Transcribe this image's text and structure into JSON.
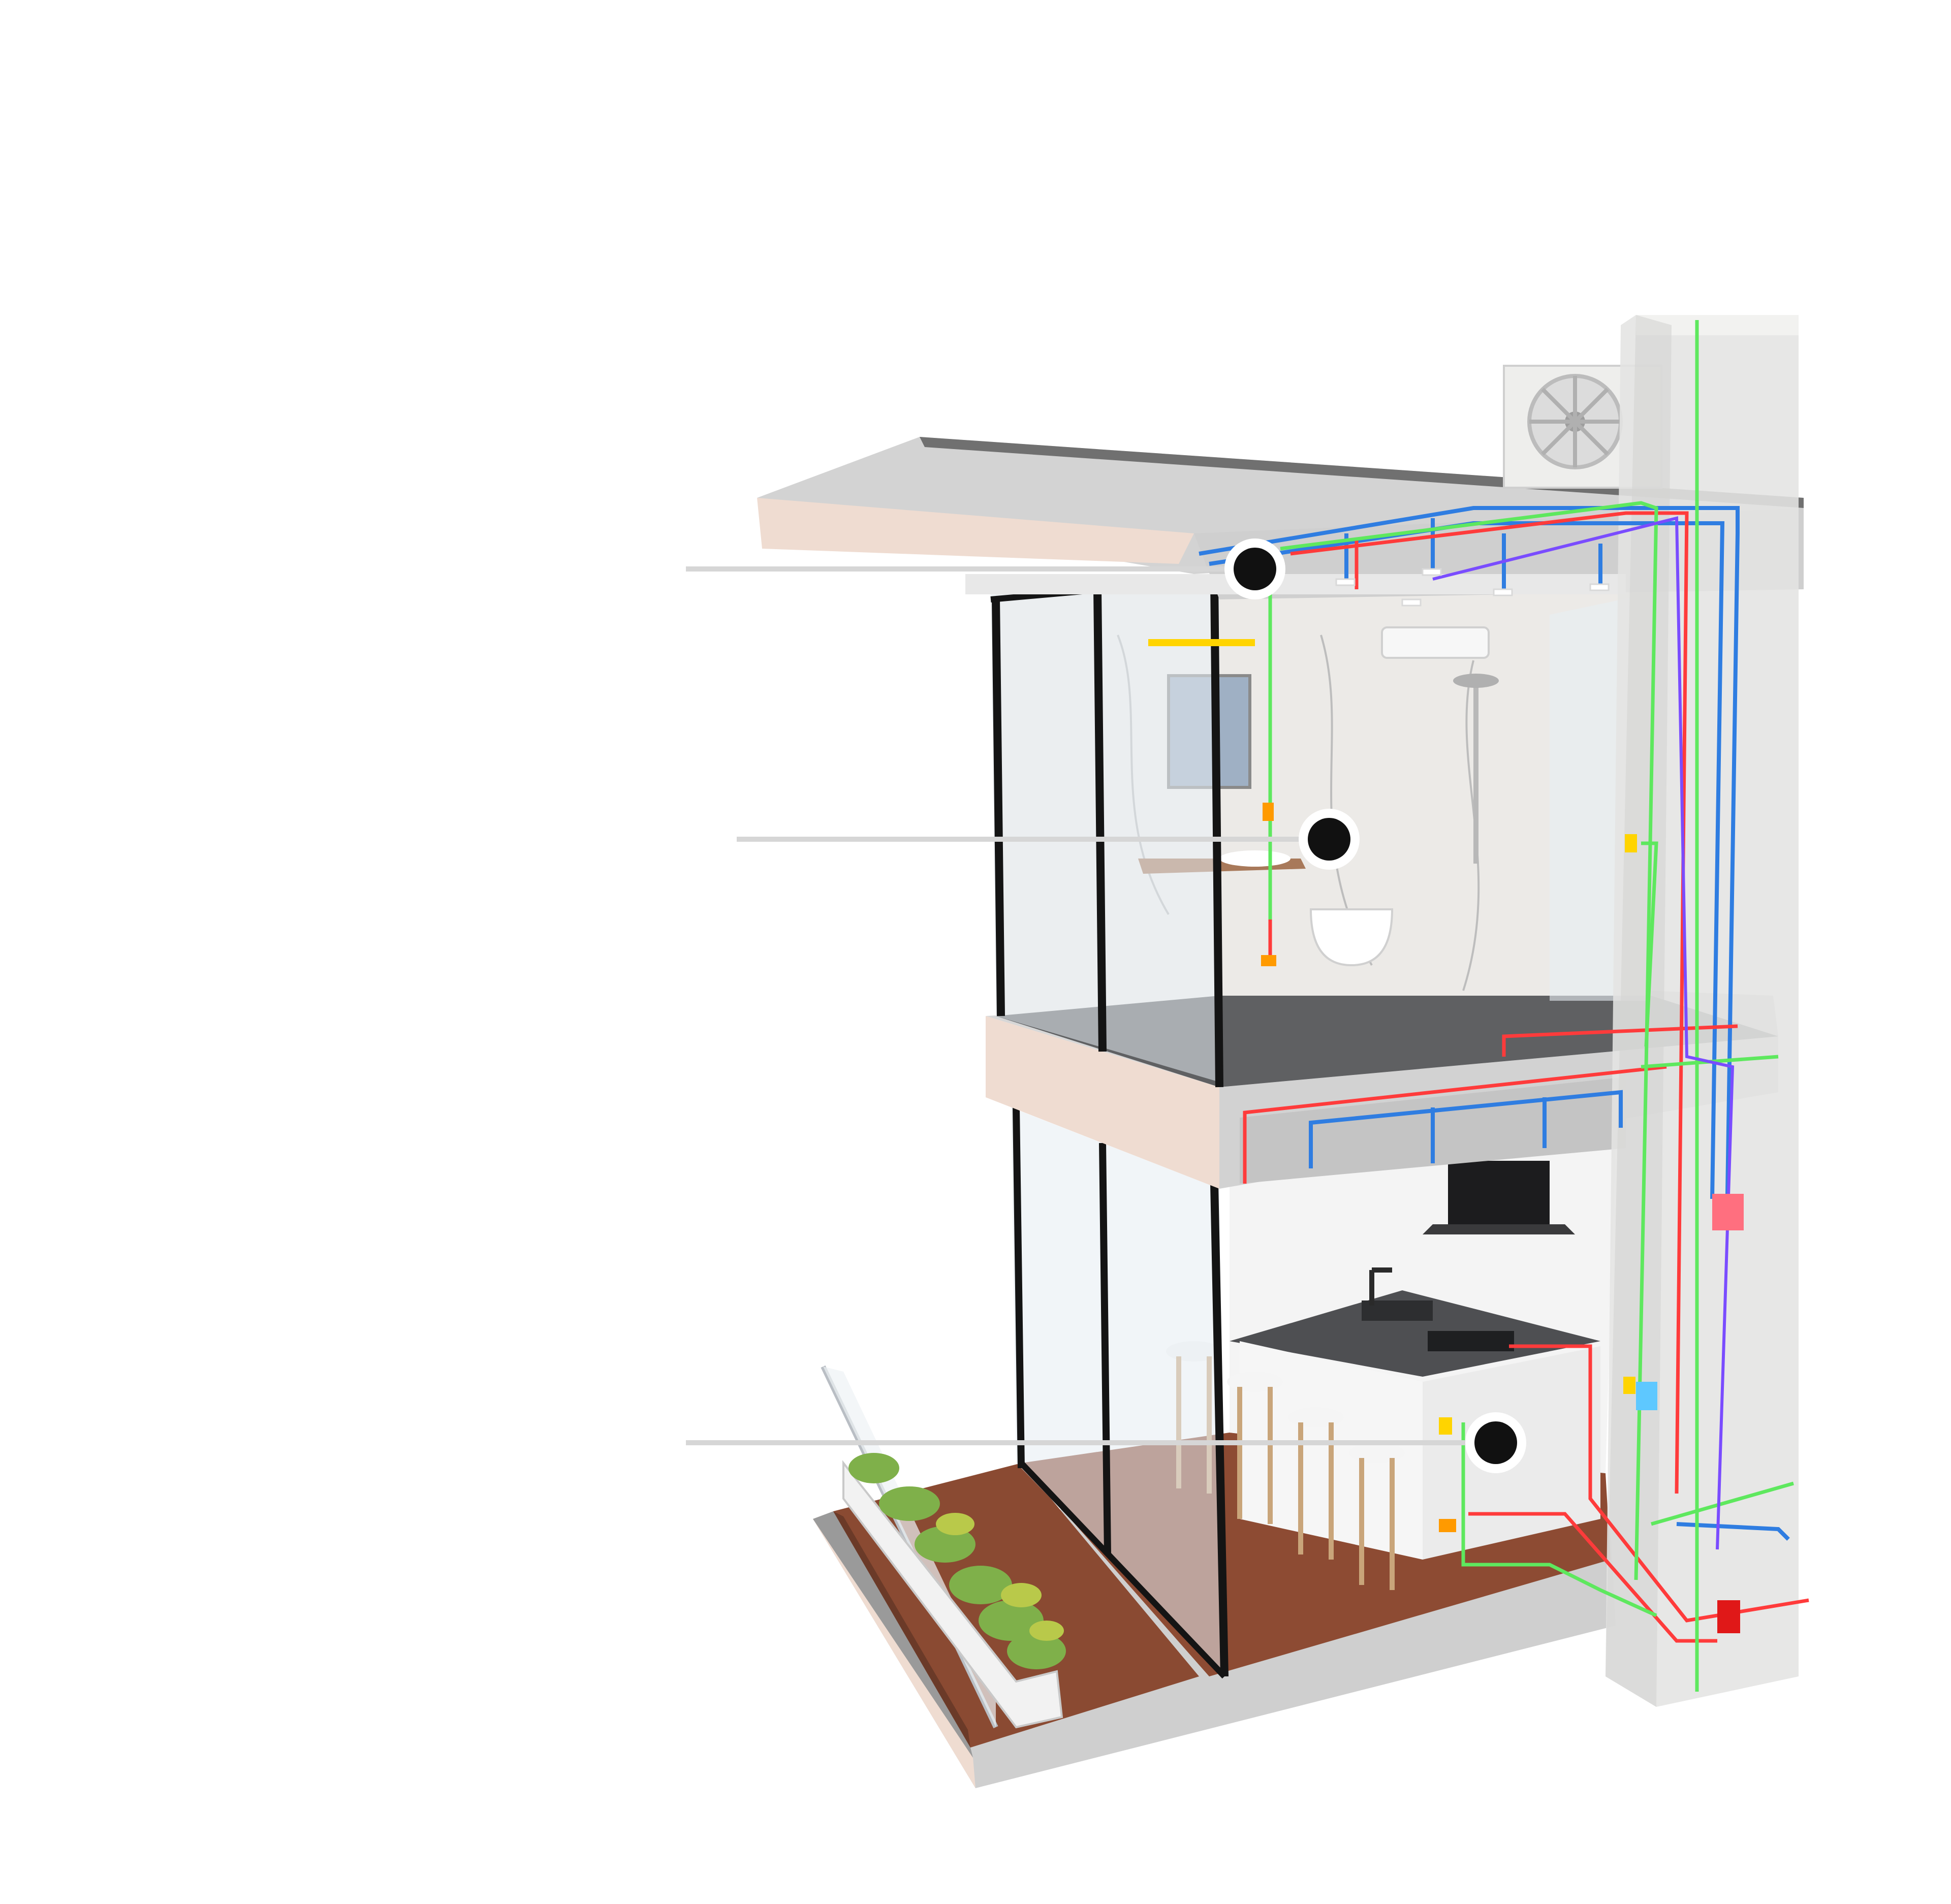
{
  "illustration": {
    "subject": "cutaway-two-storey-house-building-services",
    "colors": {
      "background": "#ffffff",
      "slab_concrete": "#d9d9d9",
      "slab_edge": "#efdcd1",
      "stone_floor": "#5f6062",
      "wood_floor": "#8a4a32",
      "glass": "#e6ecf2",
      "window_frame": "#141414",
      "riser_column": "#e4e4e2",
      "pipe_blue": "#2f7de1",
      "pipe_red": "#ff3b3b",
      "pipe_green": "#5ee85e",
      "pipe_purple": "#7a4cff",
      "device_orange": "#ff9a00",
      "device_yellow": "#ffd400",
      "device_pink": "#ff6f7f",
      "device_cyan": "#5ec8ff",
      "hotspot_fill": "#111111",
      "hotspot_ring": "#ffffff",
      "leader_line": "#d6d6d6"
    }
  },
  "hotspots": [
    {
      "id": "ceiling"
    },
    {
      "id": "bathroom"
    },
    {
      "id": "kitchen"
    }
  ]
}
